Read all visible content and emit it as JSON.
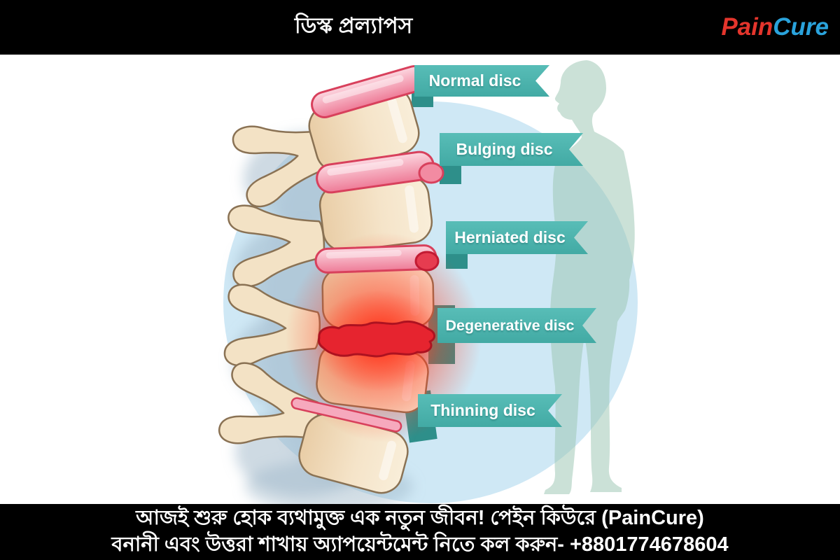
{
  "header": {
    "title": "ডিস্ক প্রল্যাপস",
    "logo": {
      "pain": "Pain",
      "cure": "Cure"
    }
  },
  "diagram": {
    "labels": [
      {
        "label": "Normal disc"
      },
      {
        "label": "Bulging disc"
      },
      {
        "label": "Herniated disc"
      },
      {
        "label": "Degenerative disc"
      },
      {
        "label": "Thinning disc"
      }
    ]
  },
  "footer": {
    "line1": "আজই শুরু হোক ব্যথামুক্ত এক নতুন জীবন! পেইন কিউরে (PainCure)",
    "line2": "বনানী এবং উত্তরা শাখায় অ্যাপয়েন্টমেন্ট নিতে কল করুন- +8801774678604"
  },
  "colors": {
    "banner_teal": "#4ab3ad",
    "banner_dark_teal": "#2e8f8a",
    "pain_red": "#e4352c",
    "cure_blue": "#2aa3dc",
    "background_circle_blue": "#cfe8f5",
    "silhouette_green": "#cfe2d8",
    "bone_beige": "#f3e2c5",
    "bone_outline_brown": "#8a7254",
    "disc_pink": "#f48ca6",
    "disc_border_red": "#d8405c",
    "degenerative_red": "#e6242f",
    "glow_red": "#ff2a1a",
    "bar_black": "#000000",
    "text_white": "#ffffff"
  }
}
